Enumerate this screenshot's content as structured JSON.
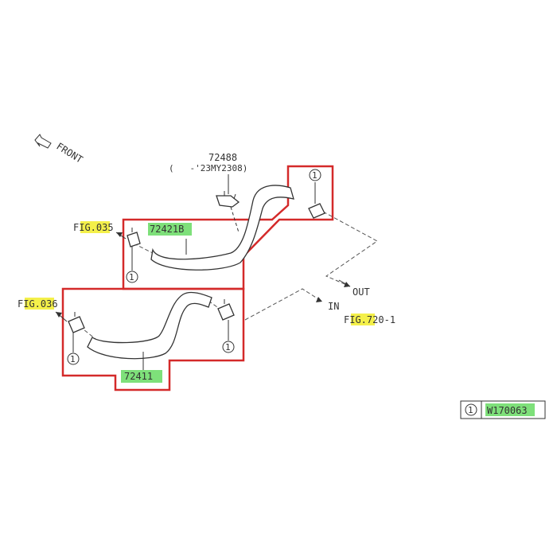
{
  "diagram": {
    "front_label": "FRONT",
    "parts": {
      "p72488": {
        "number": "72488",
        "note": "(   -'23MY2308)"
      },
      "p72421B": "72421B",
      "p72411": "72411"
    },
    "fig_refs": {
      "fig035": {
        "prefix": "F",
        "highlight": "IG.03",
        "suffix": "5"
      },
      "fig036": {
        "prefix": "F",
        "highlight": "IG.03",
        "suffix": "6"
      },
      "fig720": {
        "prefix": "F",
        "highlight": "IG.7",
        "mid": "2",
        "suffix": "0-1"
      }
    },
    "flow": {
      "out": "OUT",
      "in": "IN"
    },
    "callout": "1",
    "legend": {
      "callout": "1",
      "code_highlight": "W17006",
      "code_suffix": "3"
    },
    "colors": {
      "outline": "#d42a2a",
      "highlight_yellow": "#f4f04a",
      "highlight_green": "#7ee07a"
    }
  }
}
